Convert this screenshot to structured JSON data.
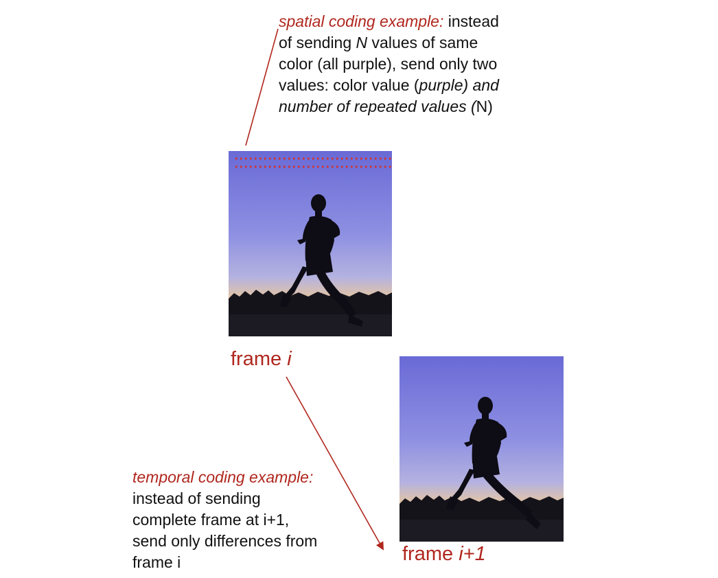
{
  "spatial_note": {
    "label": "spatial coding example:",
    "line1_rest": " instead",
    "line2_a": "of sending ",
    "line2_n": "N",
    "line2_b": " values of same",
    "line3": "color (all purple), send only two",
    "line4_a": "values: color  value (",
    "line4_purple": "purple)  and",
    "line5_italic": "number of repeated values (",
    "line5_n": "N)"
  },
  "temporal_note": {
    "label": "temporal coding example:",
    "lines": [
      "instead of sending",
      "complete frame at i+1,",
      "send only differences from",
      "frame i"
    ]
  },
  "frame_i": {
    "prefix": "frame ",
    "var": "i"
  },
  "frame_i1": {
    "prefix": "frame ",
    "var": "i+1"
  },
  "colors": {
    "accent_red": "#b0271e",
    "sky_top": "#6f6fd8",
    "sky_mid": "#9a9ee6",
    "sky_horizon": "#e8c9a0",
    "silhouette": "#0e0c14"
  }
}
